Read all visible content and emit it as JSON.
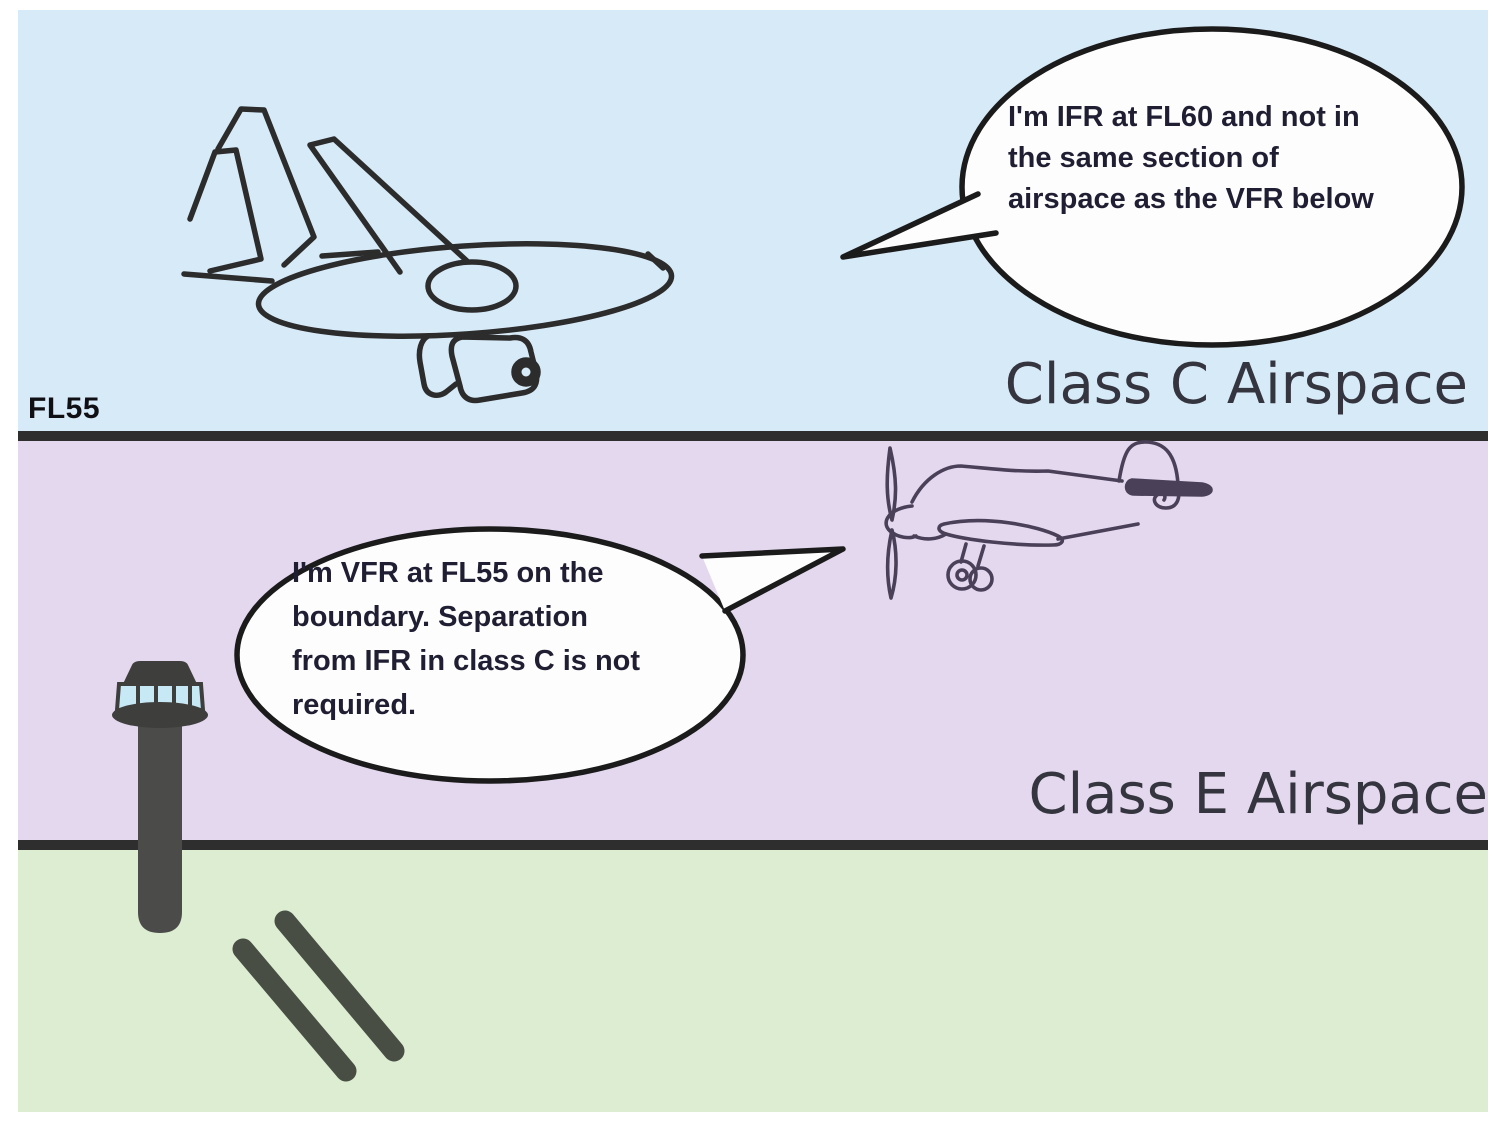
{
  "labels": {
    "fl55": "FL55",
    "class_c": "Class C Airspace",
    "class_e": "Class E Airspace"
  },
  "bubble_ifr": {
    "lines": [
      "I'm IFR at FL60 and not in",
      "the same section of",
      "airspace as the VFR below"
    ]
  },
  "bubble_vfr": {
    "line1_pre": "I'm VFR at FL55 ",
    "line1_bold": "on",
    "line1_post": " the",
    "line2": "boundary. Separation",
    "line3": "from IFR in class C is not",
    "line4": "required."
  },
  "colors": {
    "class_c_bg": "#d7eaf8",
    "class_e_bg": "#e4d8ef",
    "ground_bg": "#ddedd2",
    "boundary_line": "#2e2e2e",
    "bubble_fill": "#fdfdfd",
    "bubble_stroke": "#1b1b1b",
    "text": "#1f1e33",
    "tower": "#4b4b49",
    "tower_glass": "#c7e8f5",
    "runway_stripe": "#484e43"
  }
}
